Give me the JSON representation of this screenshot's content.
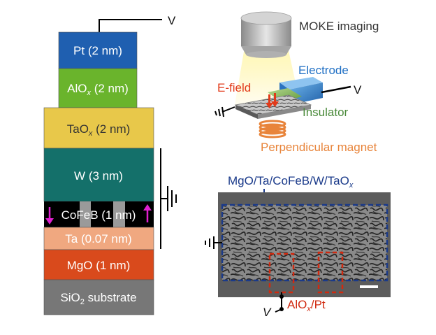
{
  "stack": {
    "voltage_label": "V",
    "layers": [
      {
        "id": "pt",
        "main": "Pt (2 nm)",
        "color": "#1f5fb0",
        "text_color": "#ffffff"
      },
      {
        "id": "alox",
        "pre": "AlO",
        "sub": "x",
        "post": " (2 nm)",
        "color": "#6ab42c",
        "text_color": "#ffffff"
      },
      {
        "id": "taox",
        "pre": "TaO",
        "sub": "x",
        "post": " (2 nm)",
        "color": "#e8c84a",
        "text_color": "#333333"
      },
      {
        "id": "w",
        "main": "W (3 nm)",
        "color": "#14706a",
        "text_color": "#ffffff"
      },
      {
        "id": "cofeb",
        "main": "CoFeB (1 nm)",
        "text_color": "#ffffff"
      },
      {
        "id": "ta",
        "main": "Ta (0.07 nm)",
        "color": "#f0a880",
        "text_color": "#ffffff"
      },
      {
        "id": "mgo",
        "main": "MgO (1 nm)",
        "color": "#d94a1c",
        "text_color": "#ffffff"
      },
      {
        "id": "sio2",
        "pre": "SiO",
        "sub": "2",
        "post": " substrate",
        "color": "#777777",
        "text_color": "#ffffff"
      }
    ]
  },
  "setup": {
    "moke_label": "MOKE imaging",
    "electrode_label": "Electrode",
    "efield_label": "E-field",
    "voltage_label": "V",
    "insulator_label": "Insulator",
    "magnet_label": "Perpendicular magnet",
    "colors": {
      "electrode": "#1f6fc4",
      "efield": "#e23a1a",
      "insulator": "#4a8a3a",
      "magnet": "#e8843a"
    }
  },
  "image": {
    "stack_label_pre": "MgO/Ta/CoFeB/W/TaO",
    "stack_label_sub": "x",
    "electrode_label_pre": "AlO",
    "electrode_label_sub": "x",
    "electrode_label_post": "/Pt",
    "voltage_label": "V"
  }
}
